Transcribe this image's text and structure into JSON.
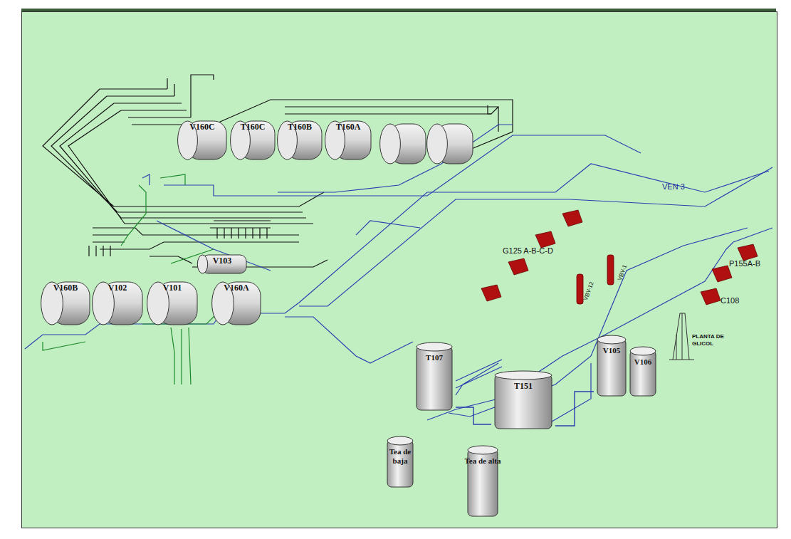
{
  "diagram": {
    "nodes": [
      {
        "text": [
          "V160C"
        ]
      },
      {
        "text": [
          "T160C"
        ]
      },
      {
        "text": [
          "T160B"
        ]
      },
      {
        "text": [
          "T160A"
        ]
      },
      {
        "text": [
          "V103"
        ]
      },
      {
        "text": [
          "V160B"
        ]
      },
      {
        "text": [
          "V102"
        ]
      },
      {
        "text": [
          "V101"
        ]
      },
      {
        "text": [
          "V160A"
        ]
      },
      {
        "text": [
          "T107"
        ]
      },
      {
        "text": [
          "T151"
        ]
      },
      {
        "text": [
          "V105"
        ]
      },
      {
        "text": [
          "V106"
        ]
      },
      {
        "text": [
          "Tea de baja"
        ]
      },
      {
        "text": [
          "Tea de alta"
        ]
      }
    ],
    "edges": [
      {
        "from": 9,
        "to": 10,
        "arrow": "none"
      },
      {
        "from": 10,
        "to": 11,
        "arrow": "none"
      }
    ],
    "labels": [
      "VEN 3",
      "G125 A-B-C-D",
      "P155A-B",
      "C108",
      "PLANTA DE GLICOL",
      "VBV-12",
      "VBV-1"
    ]
  }
}
